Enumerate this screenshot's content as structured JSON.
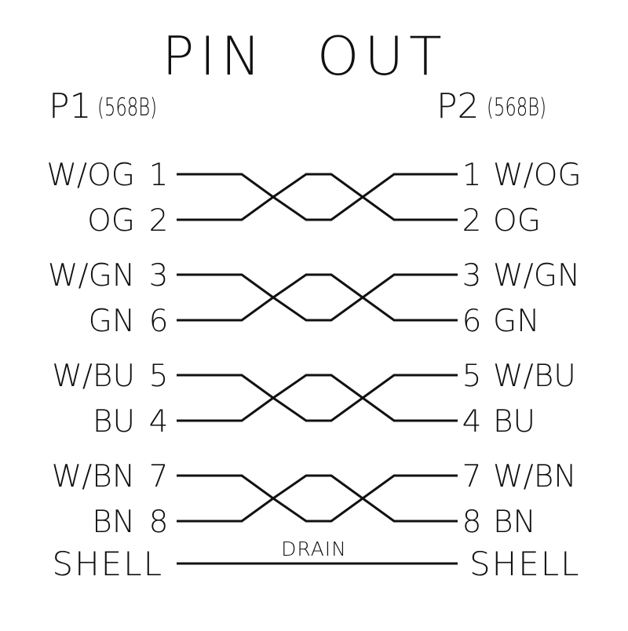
{
  "title": "PIN OUT",
  "connectors": {
    "p1": {
      "name": "P1",
      "standard": "(568B)"
    },
    "p2": {
      "name": "P2",
      "standard": "(568B)"
    }
  },
  "pairs": [
    {
      "top": {
        "label": "W/OG",
        "left_pin": "1",
        "right_pin": "1"
      },
      "bottom": {
        "label": "OG",
        "left_pin": "2",
        "right_pin": "2"
      }
    },
    {
      "top": {
        "label": "W/GN",
        "left_pin": "3",
        "right_pin": "3"
      },
      "bottom": {
        "label": "GN",
        "left_pin": "6",
        "right_pin": "6"
      }
    },
    {
      "top": {
        "label": "W/BU",
        "left_pin": "5",
        "right_pin": "5"
      },
      "bottom": {
        "label": "BU",
        "left_pin": "4",
        "right_pin": "4"
      }
    },
    {
      "top": {
        "label": "W/BN",
        "left_pin": "7",
        "right_pin": "7"
      },
      "bottom": {
        "label": "BN",
        "left_pin": "8",
        "right_pin": "8"
      }
    }
  ],
  "shell": {
    "left_label": "SHELL",
    "drain_label": "DRAIN",
    "right_label": "SHELL"
  },
  "colors": {
    "ink": "#111111",
    "background": "#ffffff"
  }
}
